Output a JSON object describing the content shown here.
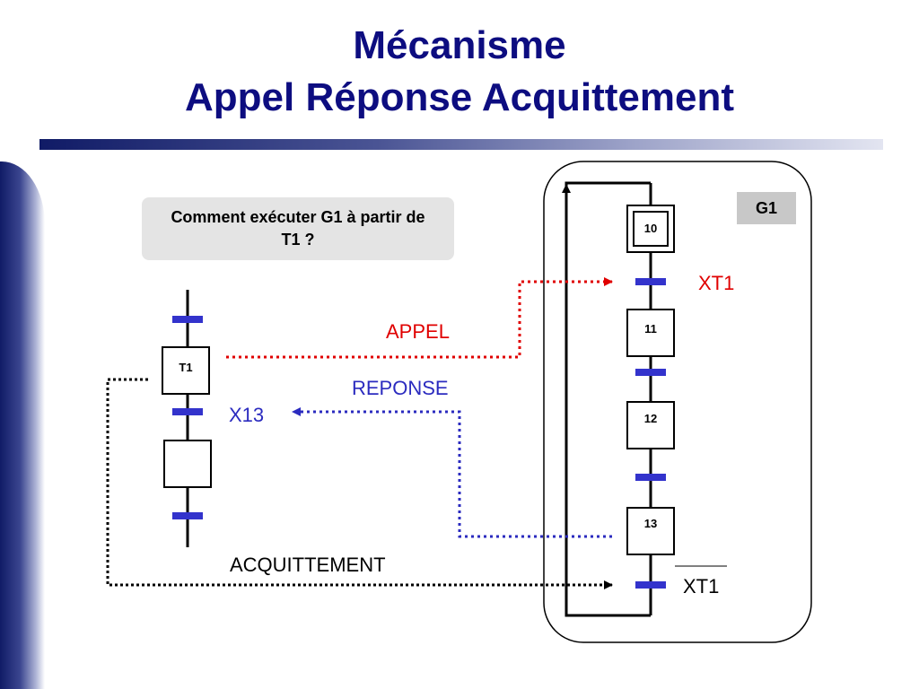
{
  "title": {
    "line1": "Mécanisme",
    "line2": "Appel Réponse Acquittement"
  },
  "question": "Comment exécuter G1 à partir de T1 ?",
  "grafcet_g1": {
    "label": "G1",
    "steps": [
      "10",
      "11",
      "12",
      "13"
    ],
    "transitions": [
      "XT1",
      "XT1"
    ]
  },
  "grafcet_t1": {
    "step_label": "T1",
    "transition_label": "X13"
  },
  "signals": {
    "appel": "APPEL",
    "reponse": "REPONSE",
    "acquittement": "ACQUITTEMENT"
  },
  "colors": {
    "title": "#0d0d80",
    "appel": "#e00000",
    "reponse": "#2b2bbf",
    "acquittement": "#000000",
    "transition_bar": "#3333cc"
  }
}
